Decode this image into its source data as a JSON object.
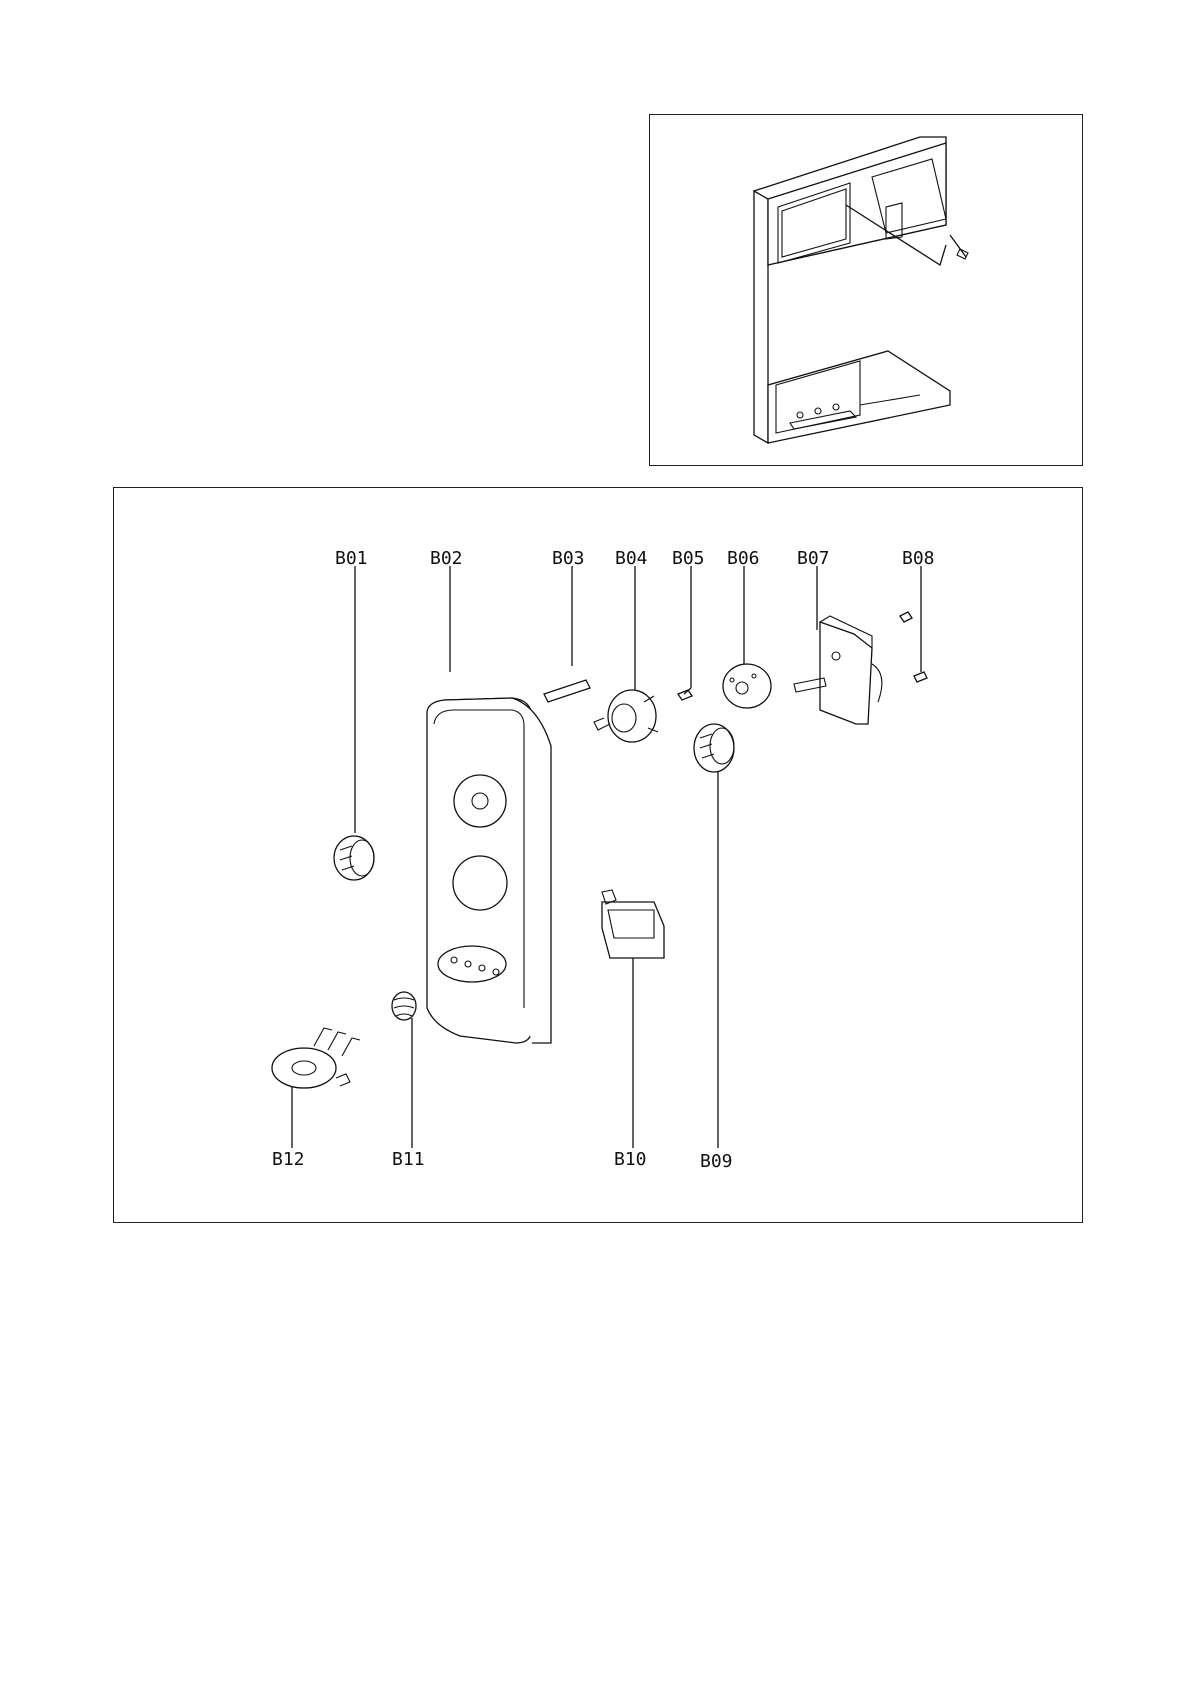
{
  "parts": {
    "b01": "B01",
    "b02": "B02",
    "b03": "B03",
    "b04": "B04",
    "b05": "B05",
    "b06": "B06",
    "b07": "B07",
    "b08": "B08",
    "b09": "B09",
    "b10": "B10",
    "b11": "B11",
    "b12": "B12"
  }
}
